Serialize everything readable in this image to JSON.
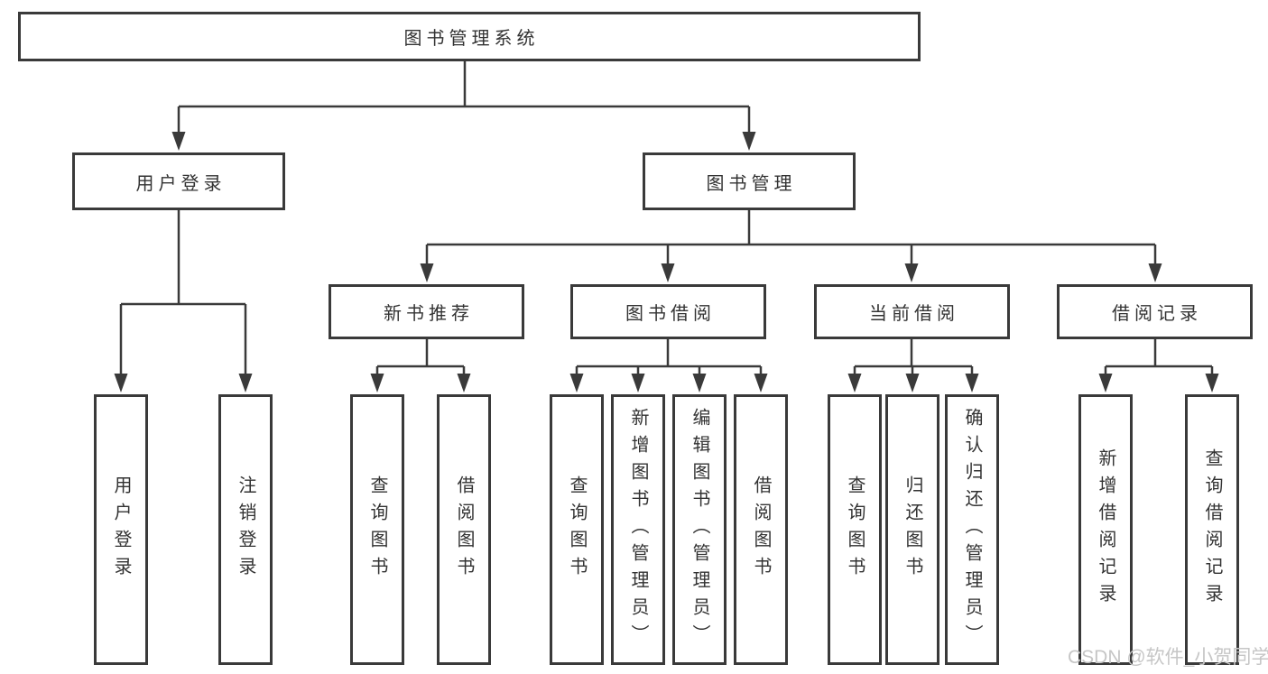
{
  "diagram": {
    "root": "图书管理系统",
    "user_login": {
      "label": "用户登录",
      "children": [
        "用户登录",
        "注销登录"
      ]
    },
    "book_mgmt": {
      "label": "图书管理",
      "sections": [
        {
          "label": "新书推荐",
          "children": [
            "查询图书",
            "借阅图书"
          ]
        },
        {
          "label": "图书借阅",
          "children": [
            "查询图书",
            "新增图书（管理员）",
            "编辑图书（管理员）",
            "借阅图书"
          ]
        },
        {
          "label": "当前借阅",
          "children": [
            "查询图书",
            "归还图书",
            "确认归还（管理员）"
          ]
        },
        {
          "label": "借阅记录",
          "children": [
            "新增借阅记录",
            "查询借阅记录"
          ]
        }
      ]
    }
  },
  "watermark": "CSDN @软件_小贺同学",
  "colors": {
    "line": "#3a3a3a",
    "text": "#333333",
    "watermark": "#c6c6c6",
    "background": "#ffffff"
  }
}
